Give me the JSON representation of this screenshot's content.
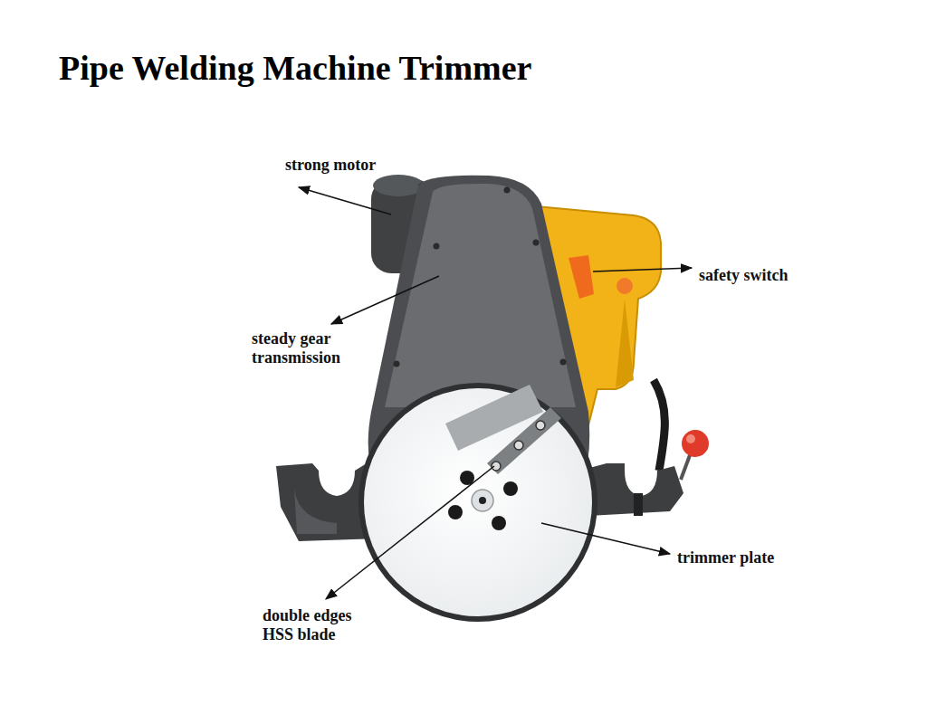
{
  "diagram": {
    "title": "Pipe Welding Machine Trimmer",
    "labels": [
      "strong motor",
      "safety switch",
      "steady gear transmission",
      "trimmer plate",
      "double edges HSS blade"
    ]
  }
}
